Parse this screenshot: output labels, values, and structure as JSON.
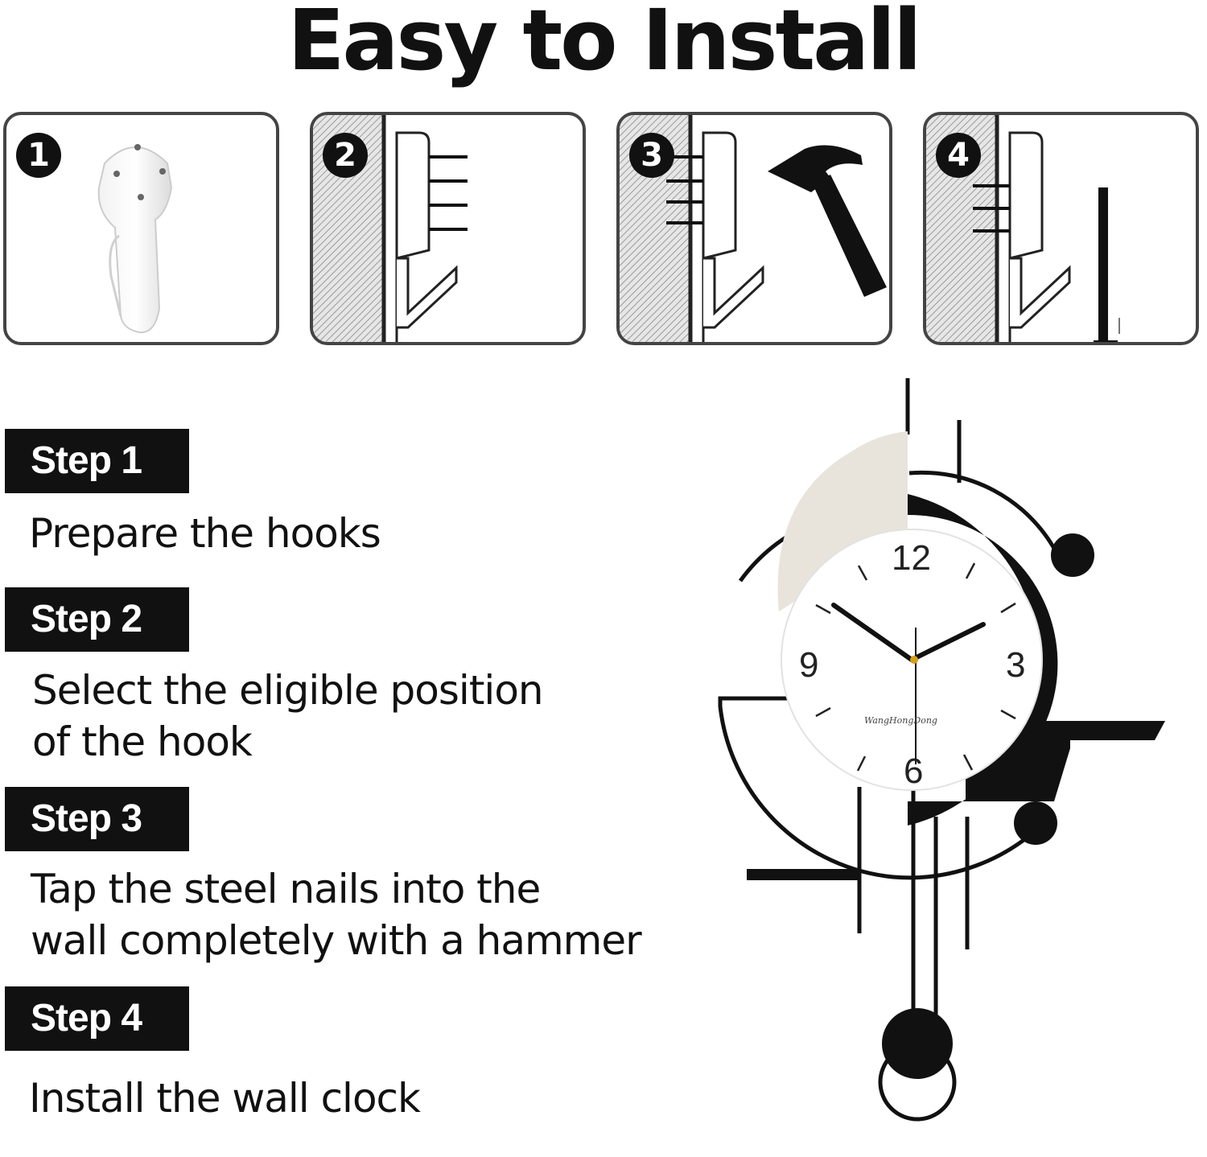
{
  "title": "Easy to Install",
  "panels": [
    {
      "number": "1",
      "icon": "wall-hook-icon"
    },
    {
      "number": "2",
      "icon": "hook-placement-icon"
    },
    {
      "number": "3",
      "icon": "hammer-icon"
    },
    {
      "number": "4",
      "icon": "installed-hook-icon"
    }
  ],
  "steps": [
    {
      "label": "Step 1",
      "lines": [
        "Prepare the hooks"
      ]
    },
    {
      "label": "Step 2",
      "lines": [
        "Select the eligible position",
        "of the hook"
      ]
    },
    {
      "label": "Step 3",
      "lines": [
        "Tap the steel nails into the",
        "wall completely with a hammer"
      ]
    },
    {
      "label": "Step 4",
      "lines": [
        "Install the wall clock"
      ]
    }
  ],
  "clock": {
    "numerals": [
      "12",
      "3",
      "6",
      "9"
    ],
    "signature": "WangHongDong"
  },
  "colors": {
    "ink": "#111111",
    "border": "#444444",
    "beige": "#e8e4dc"
  }
}
